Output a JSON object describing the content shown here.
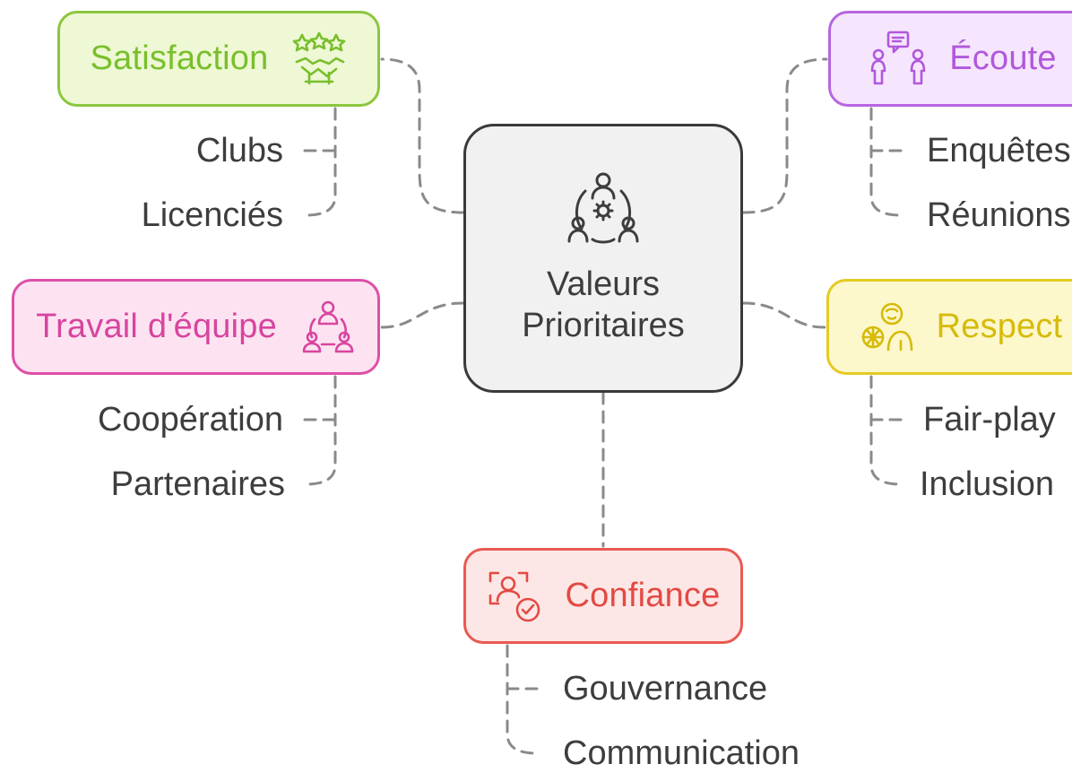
{
  "center": {
    "line1": "Valeurs",
    "line2": "Prioritaires",
    "icon": "team-gear-icon"
  },
  "branches": {
    "satisfaction": {
      "label": "Satisfaction",
      "icon": "stars-handshake-icon",
      "color": "#8cc63f",
      "items": [
        "Clubs",
        "Licenciés"
      ]
    },
    "ecoute": {
      "label": "Écoute",
      "icon": "people-speech-icon",
      "color": "#b665e0",
      "items": [
        "Enquêtes",
        "Réunions"
      ]
    },
    "travail": {
      "label": "Travail d'équipe",
      "icon": "team-circle-icon",
      "color": "#de4fa8",
      "items": [
        "Coopération",
        "Partenaires"
      ]
    },
    "respect": {
      "label": "Respect",
      "icon": "athlete-ball-icon",
      "color": "#e3cb22",
      "items": [
        "Fair-play",
        "Inclusion"
      ]
    },
    "confiance": {
      "label": "Confiance",
      "icon": "face-check-icon",
      "color": "#e85a52",
      "items": [
        "Gouvernance",
        "Communication"
      ]
    }
  },
  "center_border_color": "#3a3a3a",
  "connector_color": "#8a8a8a"
}
